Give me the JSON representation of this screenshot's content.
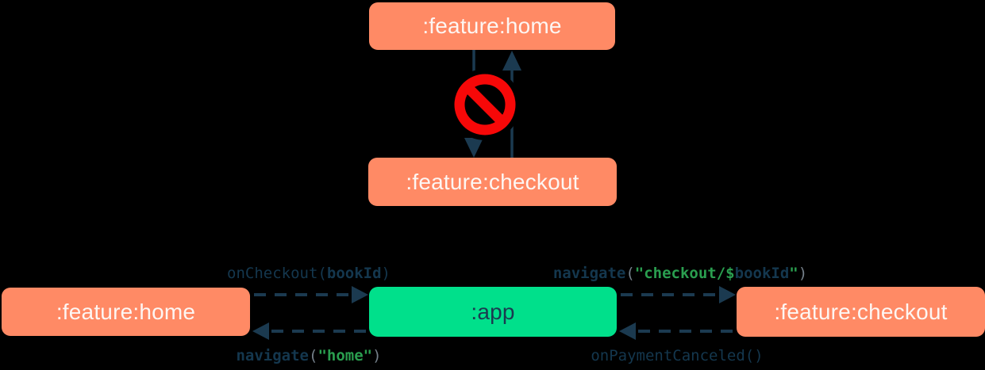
{
  "colors": {
    "background": "#000000",
    "module-salmon": "#FF8A65",
    "module-green": "#00E08B",
    "navy": "#1B3A50",
    "code-navy": "#14374E",
    "code-green": "#2A9E4F",
    "code-gray": "#75808A",
    "forbidden-red": "#F70808",
    "box-text-light": "#FDF6F3"
  },
  "top_diagram": {
    "home": ":feature:home",
    "checkout": ":feature:checkout",
    "forbidden_icon": "no-entry-sign"
  },
  "bottom_diagram": {
    "home": ":feature:home",
    "app": ":app",
    "checkout": ":feature:checkout"
  },
  "code": {
    "on_checkout": {
      "fn": "onCheckout(",
      "arg": "bookId",
      "close": ")"
    },
    "navigate_checkout": {
      "fn": "navigate",
      "open": "(",
      "str_open": "\"checkout/",
      "dollar": "$",
      "var": "bookId",
      "str_close": "\"",
      "close": ")"
    },
    "navigate_home": {
      "fn": "navigate",
      "open": "(",
      "str": "\"home\"",
      "close": ")"
    },
    "on_payment_canceled": {
      "fn": "onPaymentCanceled()"
    }
  }
}
